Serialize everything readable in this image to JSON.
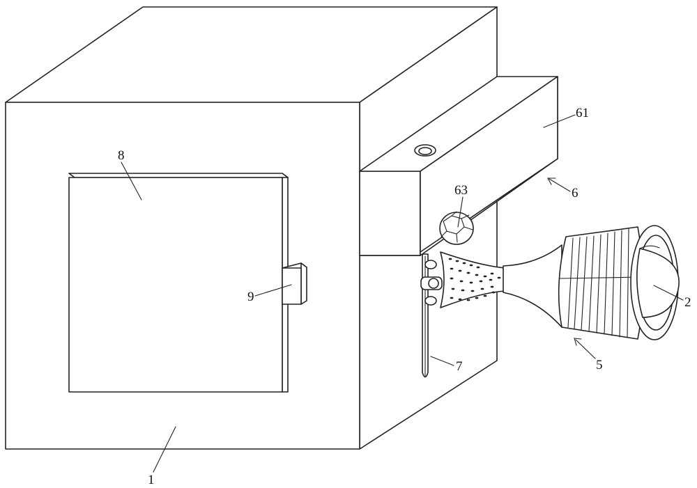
{
  "labels": {
    "housing": "1",
    "lamp_cap": "2",
    "lamp_head": "5",
    "mount_assembly": "6",
    "mount_block": "61",
    "ball_joint": "63",
    "support_rod": "7",
    "door_panel": "8",
    "door_handle": "9"
  },
  "colors": {
    "line": "#222222",
    "background": "#ffffff"
  }
}
